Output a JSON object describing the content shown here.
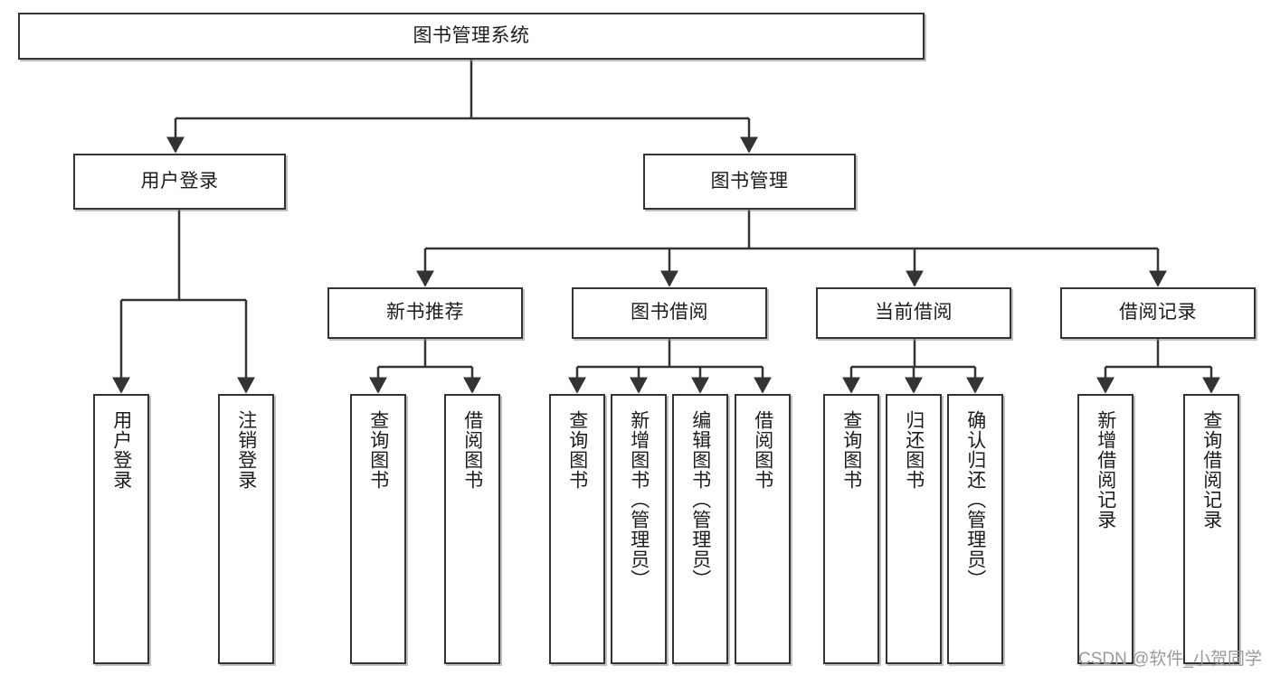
{
  "diagram": {
    "type": "tree",
    "title": "图书管理系统",
    "root": {
      "label": "图书管理系统"
    },
    "level1": [
      {
        "label": "用户登录"
      },
      {
        "label": "图书管理"
      }
    ],
    "level2": [
      {
        "label": "新书推荐"
      },
      {
        "label": "图书借阅"
      },
      {
        "label": "当前借阅"
      },
      {
        "label": "借阅记录"
      }
    ],
    "leaves": {
      "user_login": [
        {
          "label": "用户登录"
        },
        {
          "label": "注销登录"
        }
      ],
      "new_book_recommend": [
        {
          "label": "查询图书"
        },
        {
          "label": "借阅图书"
        }
      ],
      "book_borrow": [
        {
          "label": "查询图书"
        },
        {
          "label": "新增图书（管理员）"
        },
        {
          "label": "编辑图书（管理员）"
        },
        {
          "label": "借阅图书"
        }
      ],
      "current_borrow": [
        {
          "label": "查询图书"
        },
        {
          "label": "归还图书"
        },
        {
          "label": "确认归还（管理员）"
        }
      ],
      "borrow_record": [
        {
          "label": "新增借阅记录"
        },
        {
          "label": "查询借阅记录"
        }
      ]
    }
  },
  "watermark": {
    "text": "CSDN @软件_小贺同学"
  },
  "colors": {
    "background": "#ffffff",
    "node_border": "#333333",
    "node_fill": "#ffffff",
    "edge": "#333333",
    "text": "#1c1c1c",
    "watermark": "#9a9a9a"
  }
}
